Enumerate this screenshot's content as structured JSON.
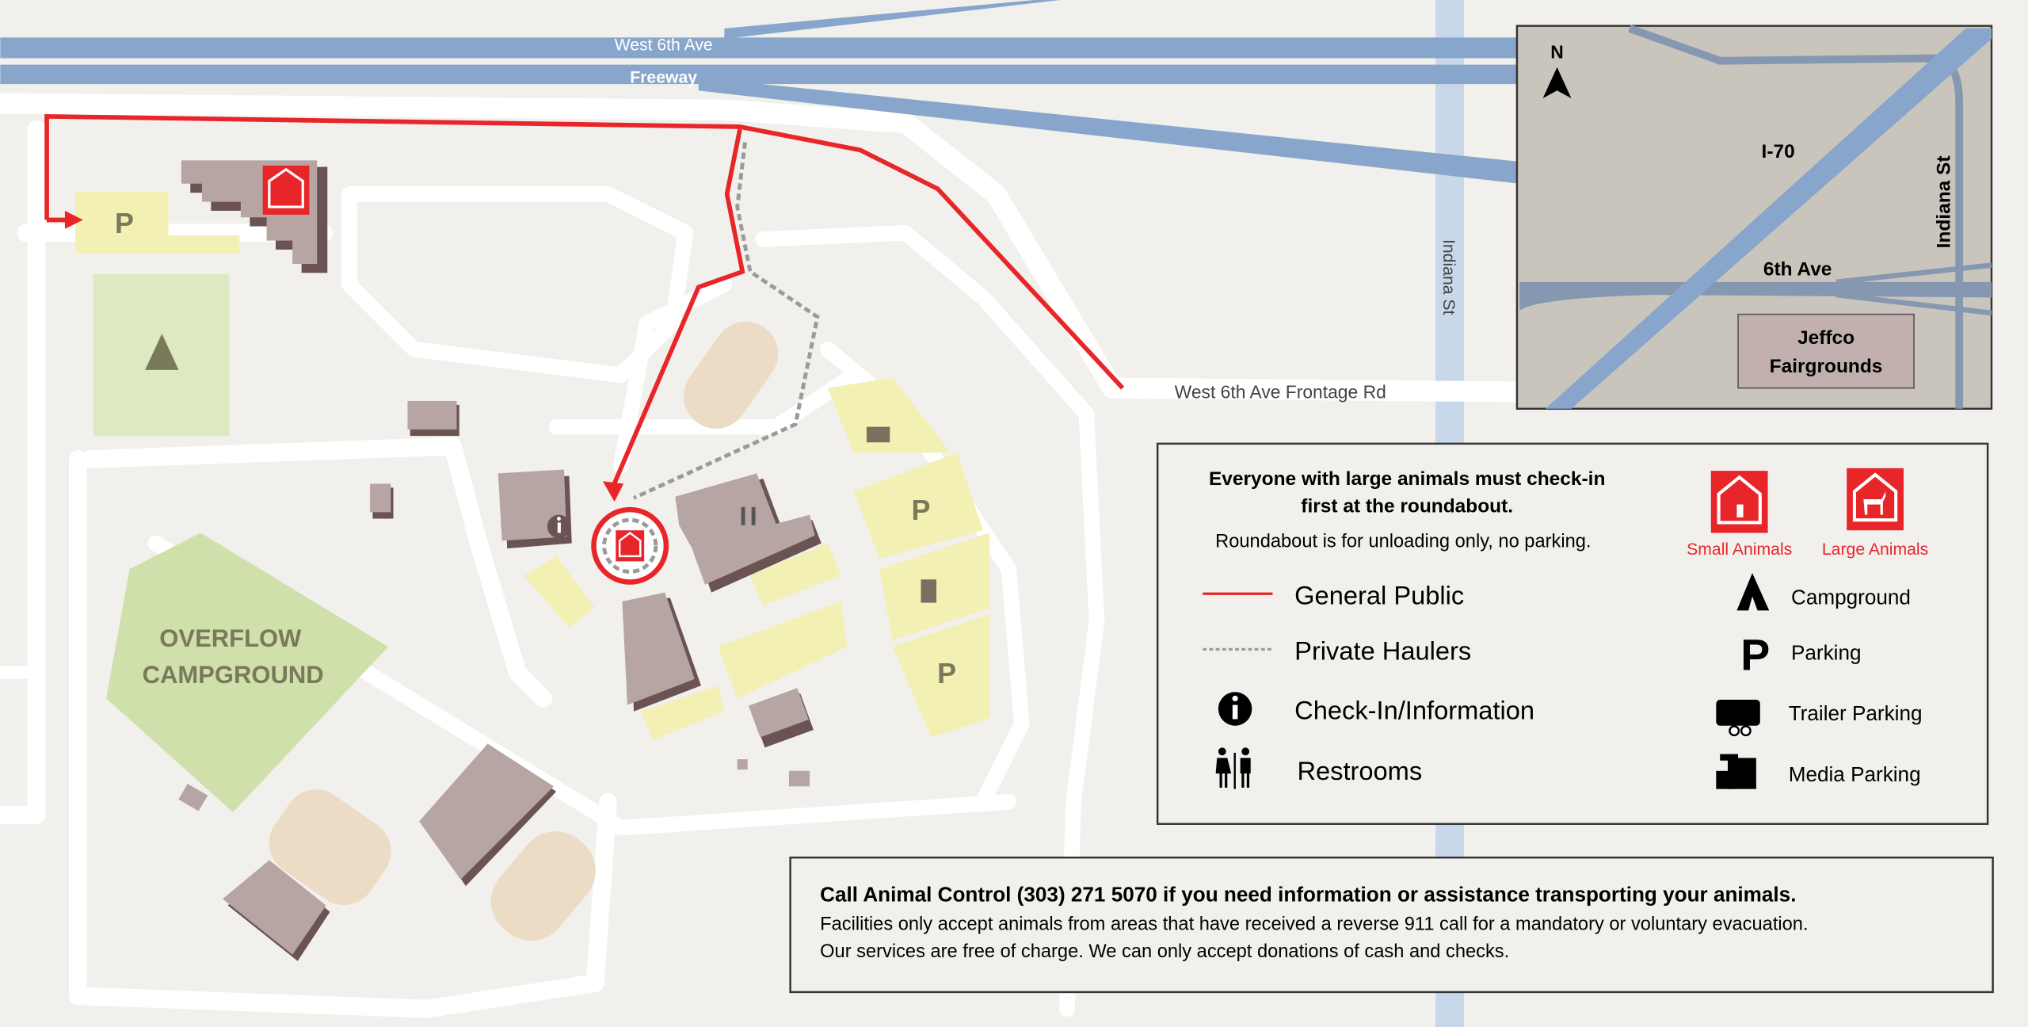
{
  "roads": {
    "west_6th_ave": "West 6th Ave",
    "freeway": "Freeway",
    "frontage_rd": "West 6th Ave Frontage Rd",
    "indiana_st": "Indiana St"
  },
  "map_labels": {
    "parking": "P",
    "overflow_line1": "OVERFLOW",
    "overflow_line2": "CAMPGROUND"
  },
  "inset": {
    "north": "N",
    "i70": "I-70",
    "sixth_ave": "6th Ave",
    "indiana_st": "Indiana St",
    "fairgrounds_line1": "Jeffco",
    "fairgrounds_line2": "Fairgrounds"
  },
  "legend": {
    "notice_line1": "Everyone with large animals must check-in",
    "notice_line2": "first at the roundabout.",
    "notice_sub": "Roundabout is for unloading only, no parking.",
    "small_animals": "Small Animals",
    "large_animals": "Large Animals",
    "general_public": "General Public",
    "private_haulers": "Private Haulers",
    "check_in": "Check-In/Information",
    "restrooms": "Restrooms",
    "campground": "Campground",
    "parking": "Parking",
    "parking_symbol": "P",
    "trailer_parking": "Trailer Parking",
    "media_parking": "Media Parking"
  },
  "footer": {
    "headline": "Call Animal Control (303) 271 5070 if you need information or assistance transporting your animals.",
    "line1": "Facilities only accept animals from areas that have received a reverse 911 call for a mandatory or voluntary evacuation.",
    "line2": "Our services are free of charge.  We can only accept donations of cash and checks."
  },
  "colors": {
    "route_red": "#e8262a",
    "freeway_blue": "#88a6cb",
    "building": "#b7a5a4",
    "parking": "#f3f0b3"
  }
}
